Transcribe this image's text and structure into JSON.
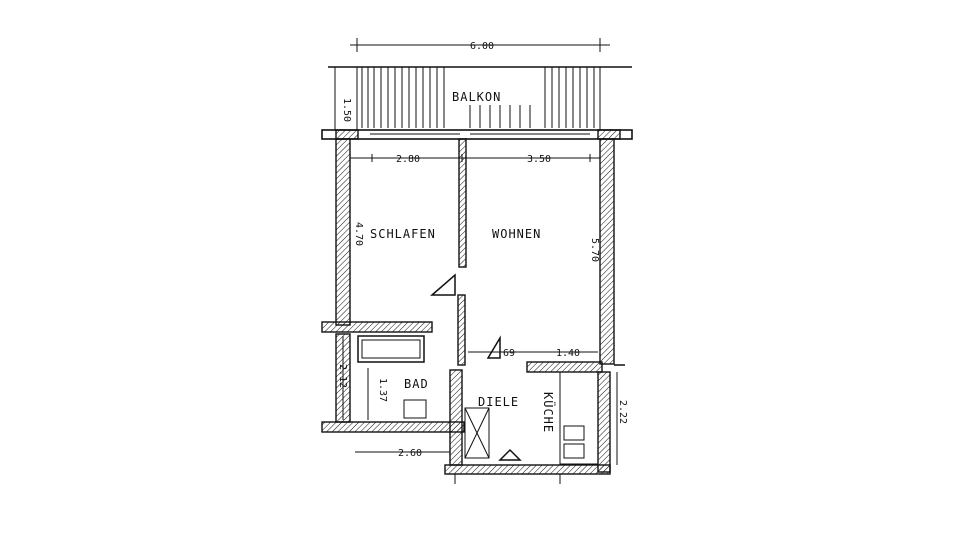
{
  "rooms": {
    "balcony": "BALKON",
    "bedroom": "SCHLAFEN",
    "living": "WOHNEN",
    "bath": "BAD",
    "hall": "DIELE",
    "kitchen": "KÜCHE"
  },
  "dimensions": {
    "overall_width": "6.00",
    "balcony_depth": "1.50",
    "bedroom_width": "2.80",
    "living_width": "3.50",
    "bedroom_depth": "4.70",
    "living_depth": "5.70",
    "door_a": "69",
    "door_b": "1.40",
    "bath_depth": "2.12",
    "bath_width": "2.60",
    "kitchen_depth": "2.22",
    "bath_small": "1.37"
  }
}
